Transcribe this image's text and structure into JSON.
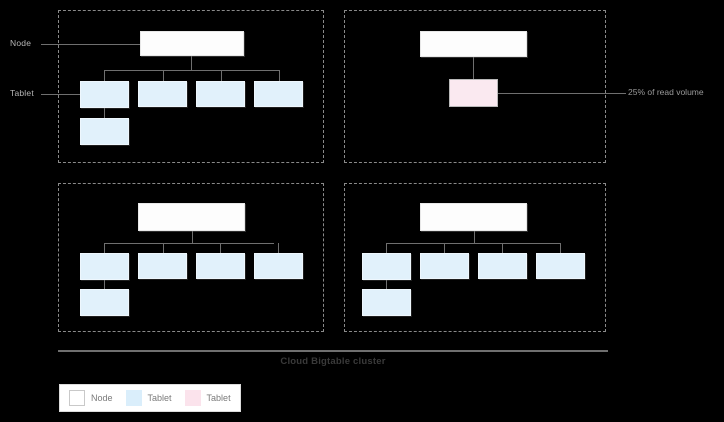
{
  "diagram": {
    "caption": "Cloud Bigtable cluster",
    "side_labels": {
      "node": "Node",
      "tablet": "Tablet"
    },
    "annotation": "25% of read volume"
  },
  "legend": {
    "items": [
      {
        "label": "Node",
        "swatch": "white",
        "color": "#ffffff"
      },
      {
        "label": "Tablet",
        "swatch": "light-blue",
        "color": "#daeefb"
      },
      {
        "label": "Tablet",
        "swatch": "light-pink",
        "color": "#fbe3ec"
      }
    ]
  },
  "panels": [
    {
      "id": "top-left",
      "node_label": "",
      "tablets": 5,
      "hot_tablets": 0
    },
    {
      "id": "top-right",
      "node_label": "",
      "tablets": 1,
      "hot_tablets": 1
    },
    {
      "id": "bottom-left",
      "node_label": "",
      "tablets": 5,
      "hot_tablets": 0
    },
    {
      "id": "bottom-right",
      "node_label": "",
      "tablets": 5,
      "hot_tablets": 0
    }
  ],
  "colors": {
    "background": "#000000",
    "panel_border": "#8a8a8a",
    "connector": "#6f6f6f",
    "node_fill": "#fdfdfd",
    "tablet_fill": "#e1f1fb",
    "hot_tablet_fill": "#fae9f0",
    "label_text": "#b7b7b7",
    "caption_text": "#3a3a3a"
  }
}
